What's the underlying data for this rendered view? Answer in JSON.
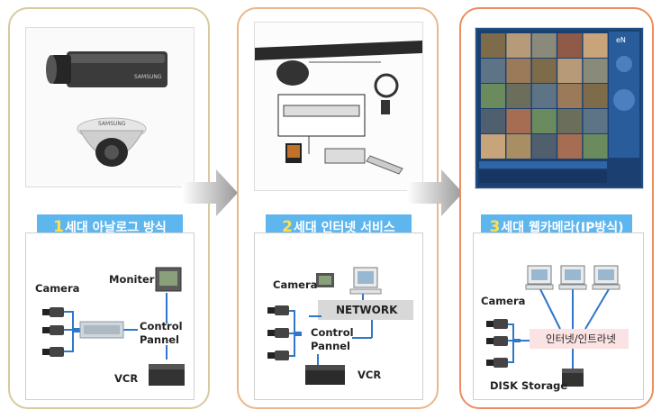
{
  "panels": [
    {
      "num": "1",
      "title": "세대 아날로그 방식",
      "labels": {
        "camera": "Camera",
        "monitor": "Moniter",
        "control_1": "Control",
        "control_2": "Pannel",
        "vcr": "VCR"
      }
    },
    {
      "num": "2",
      "title": "세대 인터넷 서비스",
      "labels": {
        "camera": "Camera",
        "network": "NETWORK",
        "control_1": "Control",
        "control_2": "Pannel",
        "vcr": "VCR"
      }
    },
    {
      "num": "3",
      "title": "세대 웹카메라(IP방식)",
      "labels": {
        "camera": "Camera",
        "internet": "인터넷/인트라넷",
        "disk": "DISK Storage"
      }
    }
  ],
  "photo1": {
    "camera_brand": "SAMSUNG",
    "dome_brand": "SAMSUNG"
  },
  "photo3": {
    "logo": "eN"
  },
  "colors": {
    "banner": "#5db6ee",
    "number": "#ffe14a",
    "line": "#2f77c9",
    "network_box": "#d8d8d8",
    "internet_box": "#fbe3e3"
  }
}
